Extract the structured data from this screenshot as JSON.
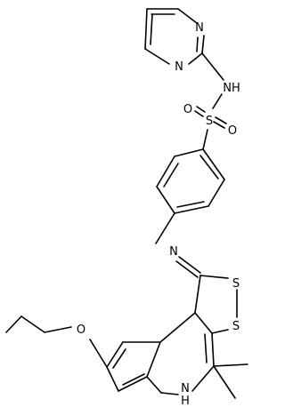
{
  "molecule": {
    "atom_labels": {
      "pyrimidine_n_top": "N",
      "pyrimidine_n_bottom": "N",
      "sulfonamide_nh": "NH",
      "sulfonyl_o_left": "O",
      "sulfonyl_s": "S",
      "sulfonyl_o_right": "O",
      "imine_n": "N",
      "dithiole_s_upper": "S",
      "dithiole_s_lower": "S",
      "ether_o": "O",
      "quinoline_nh": "N",
      "quinoline_h": "H"
    }
  },
  "colors": {
    "background": "#ffffff",
    "bond": "#000000",
    "text": "#000000"
  }
}
